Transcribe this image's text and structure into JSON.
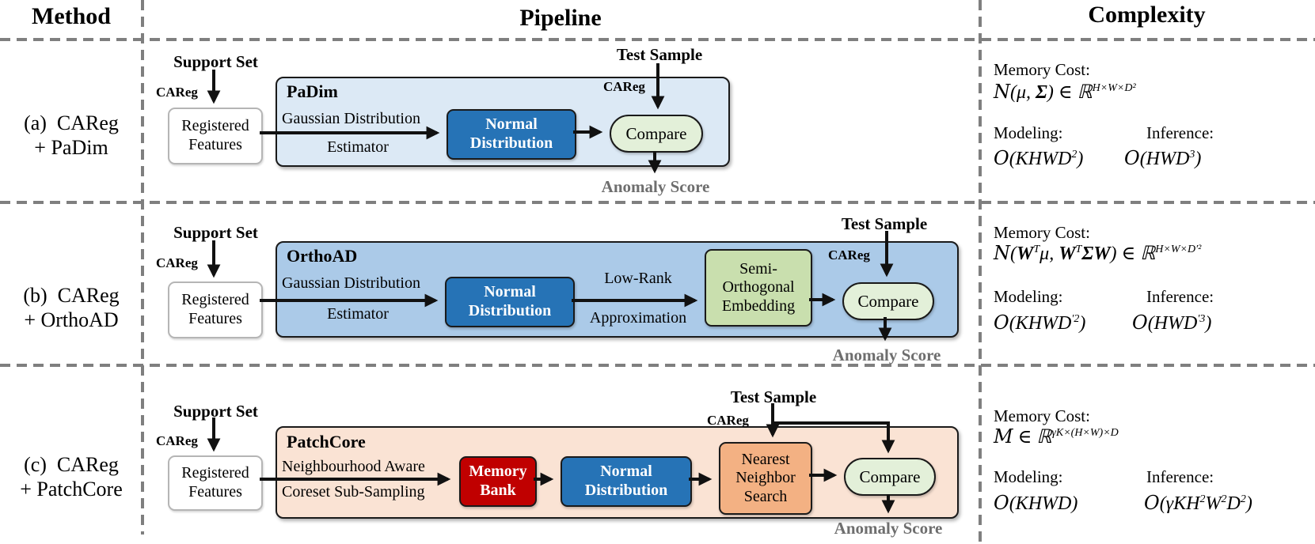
{
  "header": {
    "method": "Method",
    "pipeline": "Pipeline",
    "complexity": "Complexity"
  },
  "colors": {
    "container_a": "#dce9f5",
    "container_b": "#abcae8",
    "container_c": "#fae3d4",
    "normal_distribution": "#2673b6",
    "memory_bank": "#c00000",
    "nearest_neighbor": "#f3b183",
    "embedding": "#c9dfae",
    "compare": "#e3f0d9",
    "dash": "#7f7f7f",
    "anomaly_text": "#6e6e6e",
    "node_border": "#1a1a1a",
    "registered_border": "#b5b5b5"
  },
  "labels": {
    "memory_cost": "Memory Cost:",
    "modeling": "Modeling:",
    "inference": "Inference:"
  },
  "rows": [
    {
      "method1": "(a)  CAReg",
      "method2": "+ PaDim",
      "support_set": "Support Set",
      "careg_support": "CAReg",
      "registered1": "Registered",
      "registered2": "Features",
      "algo": "PaDim",
      "desc1": "Gaussian Distribution",
      "desc2": "Estimator",
      "nd1": "Normal",
      "nd2": "Distribution",
      "test_sample": "Test Sample",
      "careg_test": "CAReg",
      "compare": "Compare",
      "anomaly": "Anomaly Score",
      "memory": [
        {
          "t": "N",
          "cal": 1
        },
        {
          "t": "(μ, "
        },
        {
          "t": "Σ",
          "b": 1
        },
        {
          "t": ") ∈ ℝ"
        },
        {
          "t": "H×W×D²",
          "sup": 1
        }
      ],
      "modeling": [
        {
          "t": "O",
          "cal": 1
        },
        {
          "t": "(KHWD"
        },
        {
          "t": "2",
          "sup": 1
        },
        {
          "t": ")"
        }
      ],
      "inference": [
        {
          "t": "O",
          "cal": 1
        },
        {
          "t": "(HWD"
        },
        {
          "t": "3",
          "sup": 1
        },
        {
          "t": ")"
        }
      ]
    },
    {
      "method1": "(b)  CAReg",
      "method2": "+ OrthoAD",
      "support_set": "Support Set",
      "careg_support": "CAReg",
      "registered1": "Registered",
      "registered2": "Features",
      "algo": "OrthoAD",
      "desc1": "Gaussian Distribution",
      "desc2": "Estimator",
      "nd1": "Normal",
      "nd2": "Distribution",
      "lowrank1": "Low-Rank",
      "lowrank2": "Approximation",
      "embed1": "Semi-",
      "embed2": "Orthogonal",
      "embed3": "Embedding",
      "test_sample": "Test Sample",
      "careg_test": "CAReg",
      "compare": "Compare",
      "anomaly": "Anomaly Score",
      "memory": [
        {
          "t": "N",
          "cal": 1
        },
        {
          "t": "("
        },
        {
          "t": "W",
          "b": 1
        },
        {
          "t": "T",
          "sup": 1
        },
        {
          "t": "μ, "
        },
        {
          "t": "W",
          "b": 1
        },
        {
          "t": "T",
          "sup": 1
        },
        {
          "t": "ΣW",
          "b": 1
        },
        {
          "t": ") ∈ ℝ"
        },
        {
          "t": "H×W×D′²",
          "sup": 1
        }
      ],
      "modeling": [
        {
          "t": "O",
          "cal": 1
        },
        {
          "t": "(KHWD"
        },
        {
          "t": "′2",
          "sup": 1
        },
        {
          "t": ")"
        }
      ],
      "inference": [
        {
          "t": "O",
          "cal": 1
        },
        {
          "t": "(HWD"
        },
        {
          "t": "′3",
          "sup": 1
        },
        {
          "t": ")"
        }
      ]
    },
    {
      "method1": "(c)  CAReg",
      "method2": "+ PatchCore",
      "support_set": "Support Set",
      "careg_support": "CAReg",
      "registered1": "Registered",
      "registered2": "Features",
      "algo": "PatchCore",
      "desc1": "Neighbourhood Aware",
      "desc2": "Coreset Sub-Sampling",
      "mb1": "Memory",
      "mb2": "Bank",
      "nd1": "Normal",
      "nd2": "Distribution",
      "nn1": "Nearest",
      "nn2": "Neighbor",
      "nn3": "Search",
      "test_sample": "Test Sample",
      "careg_test": "CAReg",
      "compare": "Compare",
      "anomaly": "Anomaly Score",
      "memory": [
        {
          "t": "M",
          "cal": 1
        },
        {
          "t": " ∈ ℝ"
        },
        {
          "t": "γK×(H×W)×D",
          "sup": 1
        }
      ],
      "modeling": [
        {
          "t": "O",
          "cal": 1
        },
        {
          "t": "(KHWD)"
        }
      ],
      "inference": [
        {
          "t": "O",
          "cal": 1
        },
        {
          "t": "(γKH"
        },
        {
          "t": "2",
          "sup": 1
        },
        {
          "t": "W"
        },
        {
          "t": "2",
          "sup": 1
        },
        {
          "t": "D"
        },
        {
          "t": "2",
          "sup": 1
        },
        {
          "t": ")"
        }
      ]
    }
  ]
}
